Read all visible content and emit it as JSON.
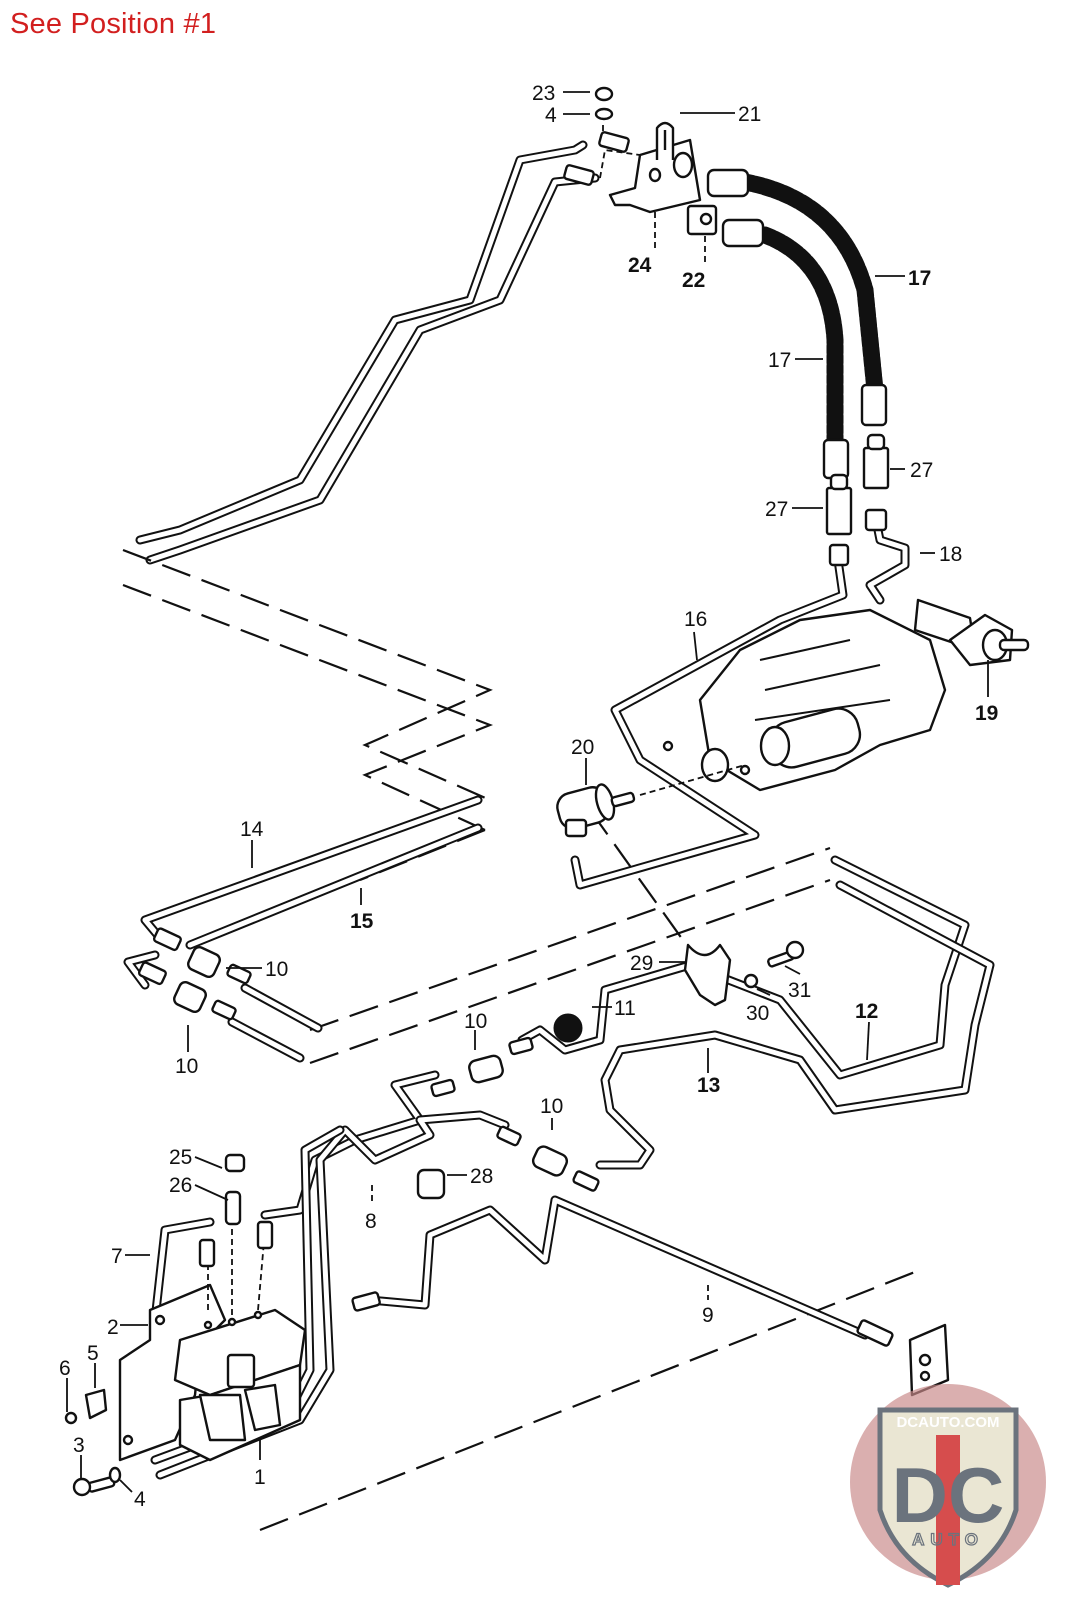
{
  "header": {
    "note": "See Position #1",
    "note_color": "#d21f1f"
  },
  "diagram": {
    "type": "exploded-parts-view",
    "subject": "hydraulic brake line routing",
    "callouts": {
      "c1": "1",
      "c2": "2",
      "c3": "3",
      "c4a": "4",
      "c4b": "4",
      "c5": "5",
      "c6": "6",
      "c7": "7",
      "c8": "8",
      "c9": "9",
      "c10a": "10",
      "c10b": "10",
      "c10c": "10",
      "c10d": "10",
      "c11": "11",
      "c12": "12",
      "c13": "13",
      "c14": "14",
      "c15": "15",
      "c16": "16",
      "c17a": "17",
      "c17b": "17",
      "c18": "18",
      "c19": "19",
      "c20": "20",
      "c21": "21",
      "c22": "22",
      "c23": "23",
      "c24": "24",
      "c25": "25",
      "c26": "26",
      "c27a": "27",
      "c27b": "27",
      "c28": "28",
      "c29": "29",
      "c30": "30",
      "c31": "31"
    }
  },
  "watermark": {
    "domain_text": "DCAUTO.COM",
    "monogram": "DC",
    "sub_text": "AUTO",
    "accent_color": "#d23a3a",
    "shield_color": "#e8e4cf",
    "monogram_color": "#5b6470"
  }
}
